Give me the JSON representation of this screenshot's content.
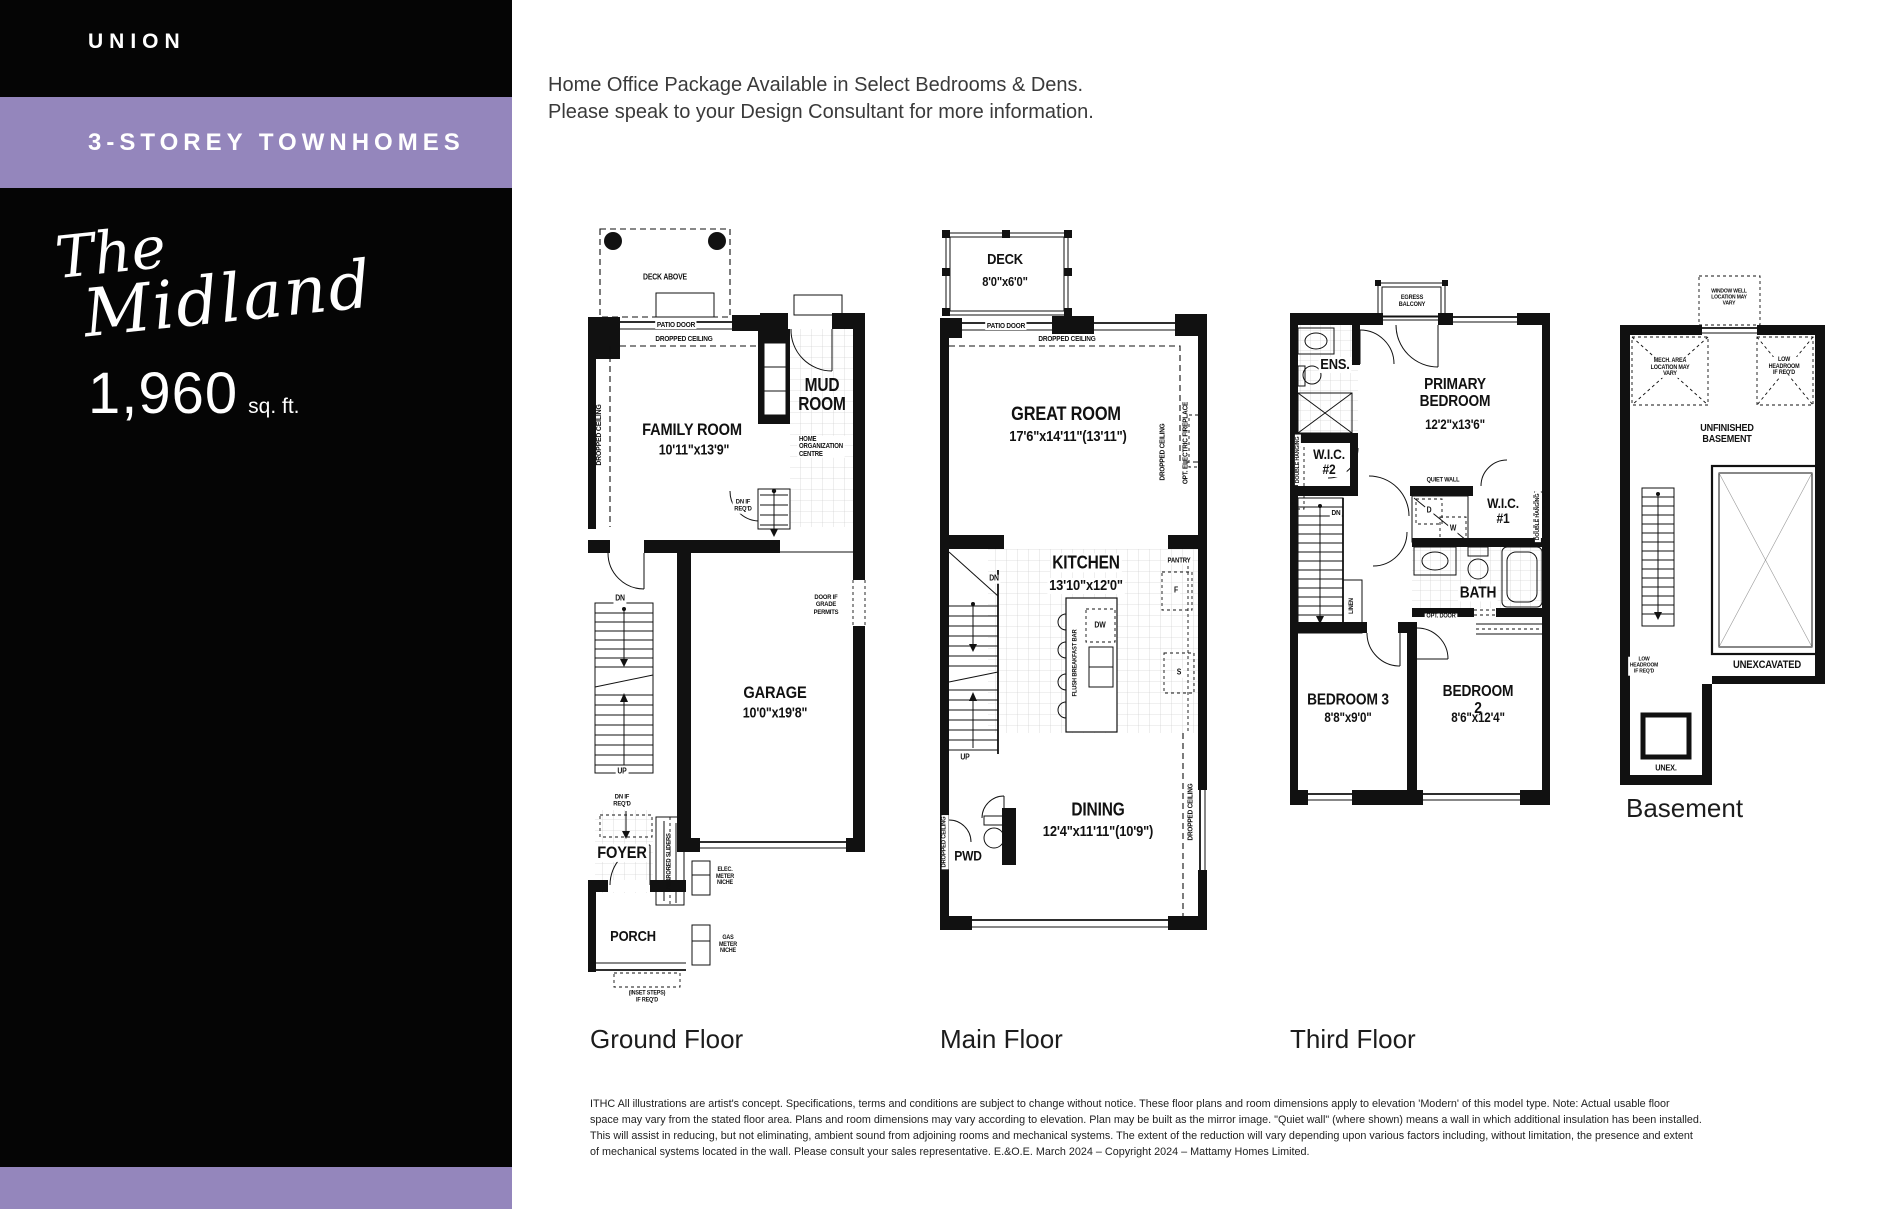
{
  "page": {
    "accent_purple": "#9486BC",
    "ink": "#111111",
    "background": "#ffffff"
  },
  "sidebar": {
    "brand": "UNION",
    "banner": "3-STOREY TOWNHOMES",
    "model_name_line1": "The",
    "model_name_line2": "Midland",
    "area_value": "1,960",
    "area_unit": "sq. ft."
  },
  "header": {
    "line1": "Home Office Package Available in Select Bedrooms & Dens.",
    "line2": "Please speak to your Design Consultant for more information."
  },
  "floors": {
    "ground": {
      "title": "Ground Floor",
      "labels": {
        "deck_above": "DECK ABOVE",
        "patio_door": "PATIO DOOR",
        "dropped_ceiling_top": "DROPPED CEILING",
        "dropped_ceiling_side": "DROPPED CEILING",
        "family_room": "FAMILY ROOM",
        "family_room_dims": "10'11\"x13'9\"",
        "mud_room": "MUD\nROOM",
        "home_org": "HOME\nORGANIZATION\nCENTRE",
        "dn_if_reqd_upper": "DN IF\nREQ'D",
        "door_if_grade": "DOOR IF\nGRADE\nPERMITS",
        "garage": "GARAGE",
        "garage_dims": "10'0\"x19'8\"",
        "dn": "DN",
        "up": "UP",
        "dn_if_reqd_lower": "DN IF\nREQ'D",
        "foyer": "FOYER",
        "mirrored_sliders": "MIRRORED SLIDERS",
        "elec_meter": "ELEC.\nMETER\nNICHE",
        "porch": "PORCH",
        "gas_meter": "GAS\nMETER\nNICHE",
        "inset_steps": "(INSET STEPS)\nIF REQ'D"
      }
    },
    "main": {
      "title": "Main Floor",
      "labels": {
        "deck": "DECK",
        "deck_dims": "8'0\"x6'0\"",
        "patio_door": "PATIO DOOR",
        "dropped_ceiling_top": "DROPPED CEILING",
        "great_room": "GREAT ROOM",
        "great_room_dims": "17'6\"x14'11\"(13'11\")",
        "dropped_ceiling_side": "DROPPED CEILING",
        "opt_fireplace": "OPT. ELECTRIC FIREPLACE",
        "kitchen": "KITCHEN",
        "kitchen_dims": "13'10\"x12'0\"",
        "pantry": "PANTRY",
        "fridge": "F",
        "dishwasher": "DW",
        "sink": "S",
        "breakfast_bar": "FLUSH BREAKFAST BAR",
        "dn": "DN",
        "up": "UP",
        "dining": "DINING",
        "dining_dims": "12'4\"x11'11\"(10'9\")",
        "powder": "PWD",
        "dropped_ceiling_dining": "DROPPED CEILING",
        "dropped_ceiling_pwd": "DROPPED CEILING"
      }
    },
    "third": {
      "title": "Third Floor",
      "labels": {
        "egress_balcony": "EGRESS\nBALCONY",
        "ensuite": "ENS.",
        "primary": "PRIMARY\nBEDROOM",
        "primary_dims": "12'2\"x13'6\"",
        "wic2": "W.I.C.\n#2",
        "double_hanging_left": "DOUBLE HANGING",
        "quiet_wall": "QUIET WALL",
        "dn": "DN",
        "dryer": "D",
        "washer": "W",
        "wic1": "W.I.C.\n#1",
        "double_hanging_right": "DOUBLE HANGING",
        "bath": "BATH",
        "opt_door": "OPT. DOOR",
        "linen": "LINEN",
        "bedroom3": "BEDROOM 3",
        "bedroom3_dims": "8'8\"x9'0\"",
        "bedroom2": "BEDROOM 2",
        "bedroom2_dims": "8'6\"x12'4\""
      }
    },
    "basement": {
      "title": "Basement",
      "labels": {
        "window_well": "WINDOW WELL\nLOCATION MAY\nVARY",
        "mech_area": "MECH. AREA\nLOCATION MAY\nVARY",
        "low_headroom_right": "LOW\nHEADROOM\nIF REQ'D",
        "unfinished": "UNFINISHED\nBASEMENT",
        "low_headroom_left": "LOW\nHEADROOM\nIF REQ'D",
        "unexcavated": "UNEXCAVATED",
        "unex": "UNEX."
      }
    }
  },
  "disclaimer": {
    "lines": [
      "ITHC All illustrations are artist's concept. Specifications, terms and conditions are subject to change without notice. These floor plans and room dimensions apply to elevation 'Modern' of this model type. Note: Actual usable floor",
      "space may vary from the stated floor area. Plans and room dimensions may vary according to elevation. Plan may be built as the mirror image. \"Quiet wall\" (where shown) means a wall in which additional insulation has been installed.",
      "This will assist in reducing, but not eliminating, ambient sound from adjoining rooms and mechanical systems. The extent of the reduction will vary depending upon various factors including, without limitation, the presence and extent",
      "of mechanical systems located in the wall. Please consult your sales representative. E.&O.E. March 2024 – Copyright 2024 – Mattamy Homes Limited."
    ]
  }
}
